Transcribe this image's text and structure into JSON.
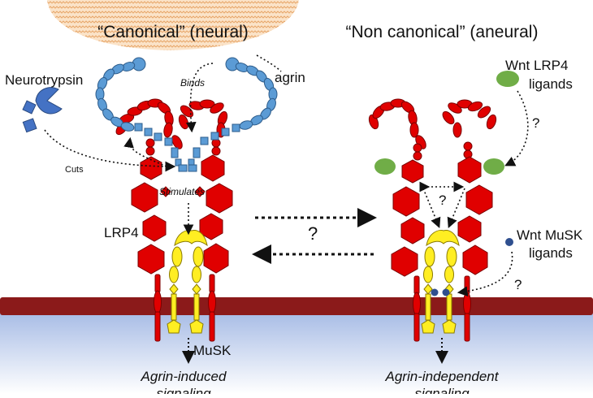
{
  "titles": {
    "left": "“Canonical” (neural)",
    "right": "“Non canonical” (aneural)"
  },
  "labels": {
    "neurotrypsin": "Neurotrypsin",
    "agrin": "agrin",
    "binds": "Binds",
    "cuts": "Cuts",
    "stimulates": "Stimulates",
    "lrp4": "LRP4",
    "musk": "MuSK",
    "wnt_lrp4_line1": "Wnt LRP4",
    "wnt_lrp4_line2": "ligands",
    "wnt_musk_line1": "Wnt MuSK",
    "wnt_musk_line2": "ligands",
    "q_center": "?",
    "q_wnt_lrp4": "?",
    "q_lrp4_inner": "?",
    "q_wnt_musk": "?",
    "left_out_line1": "Agrin-induced",
    "left_out_line2": "signaling",
    "right_out_line1": "Agrin-independent",
    "right_out_line2": "signaling"
  },
  "colors": {
    "lrp4_red": "#e00000",
    "musk_yellow": "#ffee22",
    "agrin_blue": "#5b9bd5",
    "neurotrypsin_blue": "#4472c4",
    "wnt_green": "#70ad47",
    "wnt_musk_navy": "#2f4f8f",
    "membrane": "#8b1a1a",
    "nerve": "#f6c896"
  }
}
